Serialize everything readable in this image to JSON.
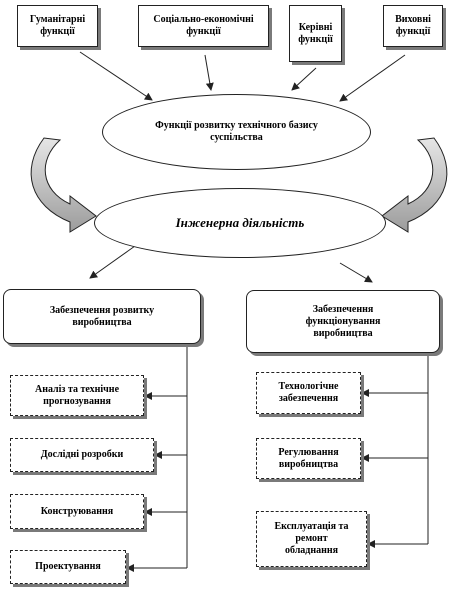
{
  "top_functions": [
    {
      "label": "Гуманітарні функції"
    },
    {
      "label": "Соціально-економічні функції"
    },
    {
      "label": "Керівні функції"
    },
    {
      "label": "Виховні функції"
    }
  ],
  "center": {
    "technical_base_label": "Функції розвитку технічного базису суспільства",
    "engineering_label": "Інженерна діяльність"
  },
  "branches": {
    "left": {
      "title": "Забезпечення розвитку виробництва",
      "items": [
        {
          "label": "Аналіз та технічне прогнозування"
        },
        {
          "label": "Дослідні розробки"
        },
        {
          "label": "Конструювання"
        },
        {
          "label": "Проектування"
        }
      ]
    },
    "right": {
      "title": "Забезпечення функціонування виробництва",
      "items": [
        {
          "label": "Технологічне забезпечення"
        },
        {
          "label": "Регулювання виробництва"
        },
        {
          "label": "Експлуатація та ремонт обладнання"
        }
      ]
    }
  },
  "colors": {
    "line": "#222222",
    "shadow": "#7a7a7a",
    "curve_arrow_fill": "#c8c8c8"
  }
}
